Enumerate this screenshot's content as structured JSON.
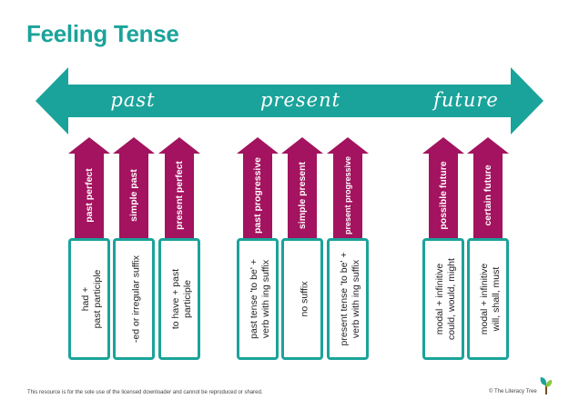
{
  "page": {
    "title": "Feeling Tense"
  },
  "timeline": {
    "labels": [
      "past",
      "present",
      "future"
    ]
  },
  "colors": {
    "teal": "#1aa39a",
    "magenta": "#a3135f",
    "text": "#222222"
  },
  "columns": [
    {
      "arrow_label": "past perfect",
      "box_text": "had +\npast participle"
    },
    {
      "arrow_label": "simple past",
      "box_text": "-ed or irregular suffix"
    },
    {
      "arrow_label": "present perfect",
      "box_text": "to have + past\nparticiple"
    },
    {
      "arrow_label": "past progressive",
      "box_text": "past tense 'to be' +\nverb with ing suffix"
    },
    {
      "arrow_label": "simple present",
      "box_text": "no suffix"
    },
    {
      "arrow_label": "present progressive",
      "box_text": "present tense 'to be' +\nverb with ing suffix"
    },
    {
      "arrow_label": "possible future",
      "box_text": "modal + infinitive\ncould, would, might"
    },
    {
      "arrow_label": "certain future",
      "box_text": "modal + infinitive\nwill, shall, must"
    }
  ],
  "footer": {
    "note": "This resource is for the sole use of the licensed downloader and cannot be reproduced or shared.",
    "copyright": "© The Literacy Tree"
  }
}
